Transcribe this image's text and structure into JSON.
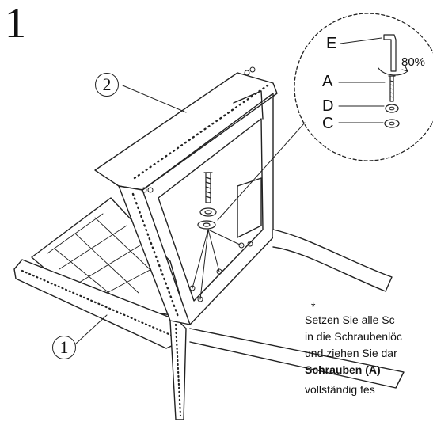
{
  "step": {
    "number": "1"
  },
  "callouts": {
    "seat": "1",
    "back": "2"
  },
  "parts": {
    "E": "E",
    "A": "A",
    "D": "D",
    "C": "C"
  },
  "torque": {
    "label": "80%"
  },
  "note": {
    "asterisk": "*",
    "line1": " Setzen Sie alle Sc",
    "line2": "in die Schraubenlöc",
    "line3": " und ziehen Sie dar",
    "line4": "Schrauben (A)",
    "line5": "vollständig fes"
  }
}
